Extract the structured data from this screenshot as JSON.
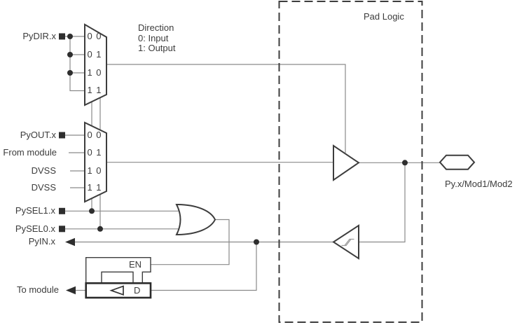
{
  "diagram": {
    "pad_logic_title": "Pad Logic",
    "pad_name": "Py.x/Mod1/Mod2",
    "direction_note": [
      "Direction",
      "0: Input",
      "1: Output"
    ],
    "signals": {
      "pydir": "PyDIR.x",
      "pyout": "PyOUT.x",
      "from_module": "From module",
      "dvss_a": "DVSS",
      "dvss_b": "DVSS",
      "pysel1": "PySEL1.x",
      "pysel0": "PySEL0.x",
      "pyin": "PyIN.x",
      "to_module": "To module"
    },
    "direction_mux_rows": [
      "0 0",
      "0 1",
      "1 0",
      "1 1"
    ],
    "output_mux_rows": [
      "0 0",
      "0 1",
      "1 0",
      "1 1"
    ],
    "input_latch": {
      "enable_label": "EN",
      "data_label": "D"
    }
  },
  "colors": {
    "wire": "#8a8a8a",
    "outline": "#3d3d3d",
    "text": "#3c3c3c",
    "mark": "#2e2e2e",
    "background": "#ffffff"
  }
}
